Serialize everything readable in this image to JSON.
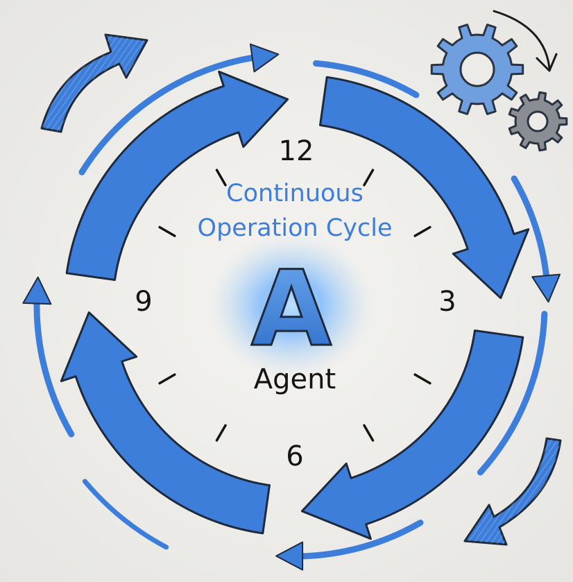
{
  "diagram": {
    "title_line_1": "Continuous",
    "title_line_2": "Operation Cycle",
    "center_letter": "A",
    "center_label": "Agent",
    "dial_labels": {
      "top": "12",
      "right": "3",
      "bottom": "6",
      "left": "9"
    }
  },
  "colors": {
    "arrow_blue": "#3d7edb",
    "arrow_outline": "#1e2a3a",
    "title_blue": "#3d7edb",
    "gear_blue": "#6f9fde",
    "gear_gray": "#8a8d93",
    "glow": "#5aa6ff",
    "text_dark": "#141414"
  },
  "icons": [
    "large-gear-icon",
    "small-gear-icon",
    "clockwise-arrow-icon"
  ]
}
